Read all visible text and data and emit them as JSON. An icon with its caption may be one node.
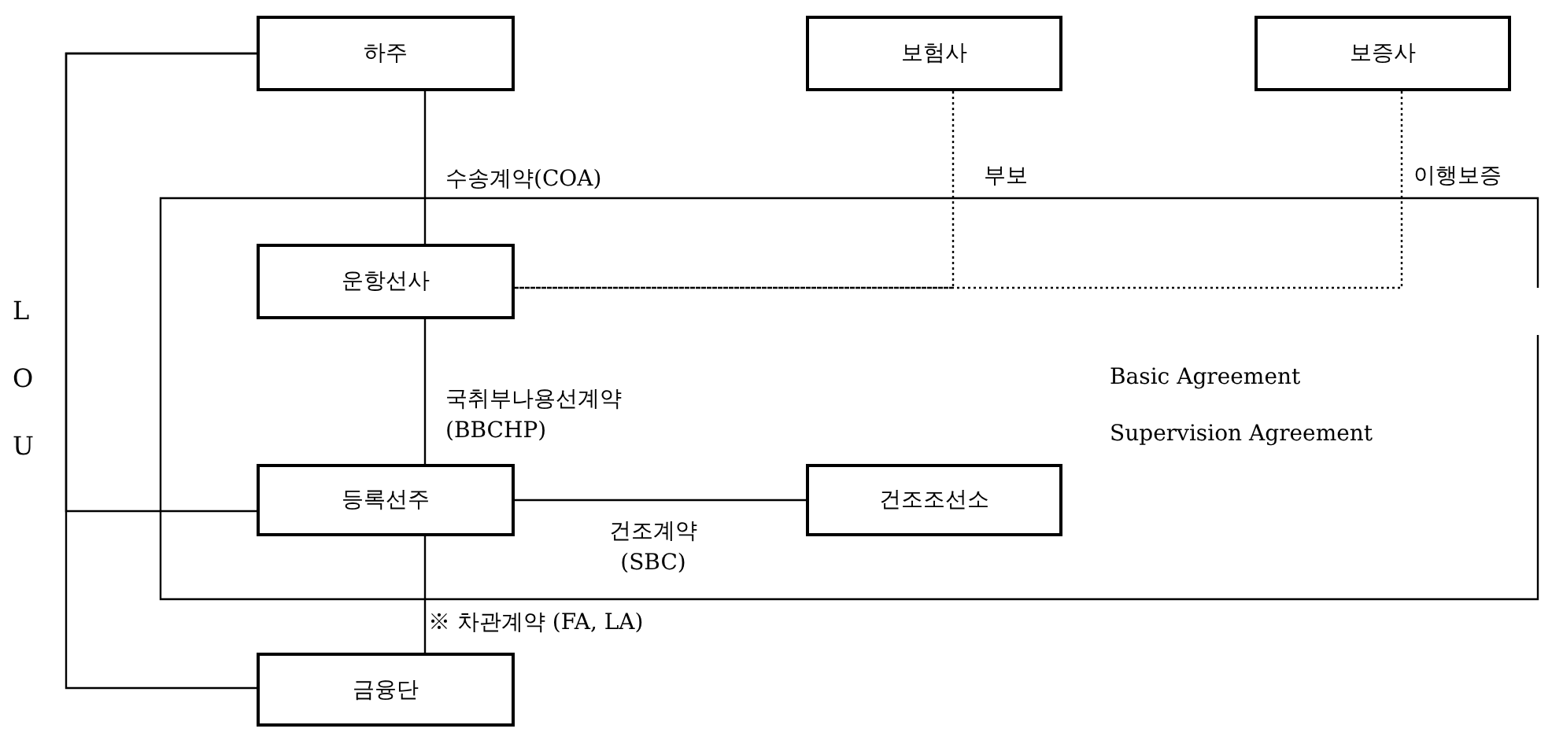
{
  "diagram": {
    "nodes": [
      {
        "text": [
          "하주"
        ]
      },
      {
        "text": [
          "보험사"
        ]
      },
      {
        "text": [
          "보증사"
        ]
      },
      {
        "text": [
          "운항선사"
        ]
      },
      {
        "text": [
          "등록선주"
        ]
      },
      {
        "text": [
          "건조조선소"
        ]
      },
      {
        "text": [
          "금융단"
        ]
      }
    ],
    "edges": [
      {
        "from": 0,
        "to": 3,
        "arrow": "none",
        "label": "수송계약(COA)"
      },
      {
        "from": 1,
        "to": 3,
        "arrow": "none",
        "label": "부보",
        "style": "dashed"
      },
      {
        "from": 2,
        "to": 3,
        "arrow": "none",
        "label": "이행보증",
        "style": "dashed"
      },
      {
        "from": 3,
        "to": 4,
        "arrow": "none",
        "label": "국취부나용선계약 (BBCHP)"
      },
      {
        "from": 4,
        "to": 5,
        "arrow": "none",
        "label": "건조계약 (SBC)"
      },
      {
        "from": 4,
        "to": 6,
        "arrow": "none",
        "label": "※ 차관계약 (FA, LA)"
      },
      {
        "from": 0,
        "to": 4,
        "arrow": "none"
      },
      {
        "from": 0,
        "to": 6,
        "arrow": "none",
        "label": "LOU"
      }
    ],
    "labels": [
      "Basic Agreement",
      "Supervision Agreement"
    ]
  }
}
